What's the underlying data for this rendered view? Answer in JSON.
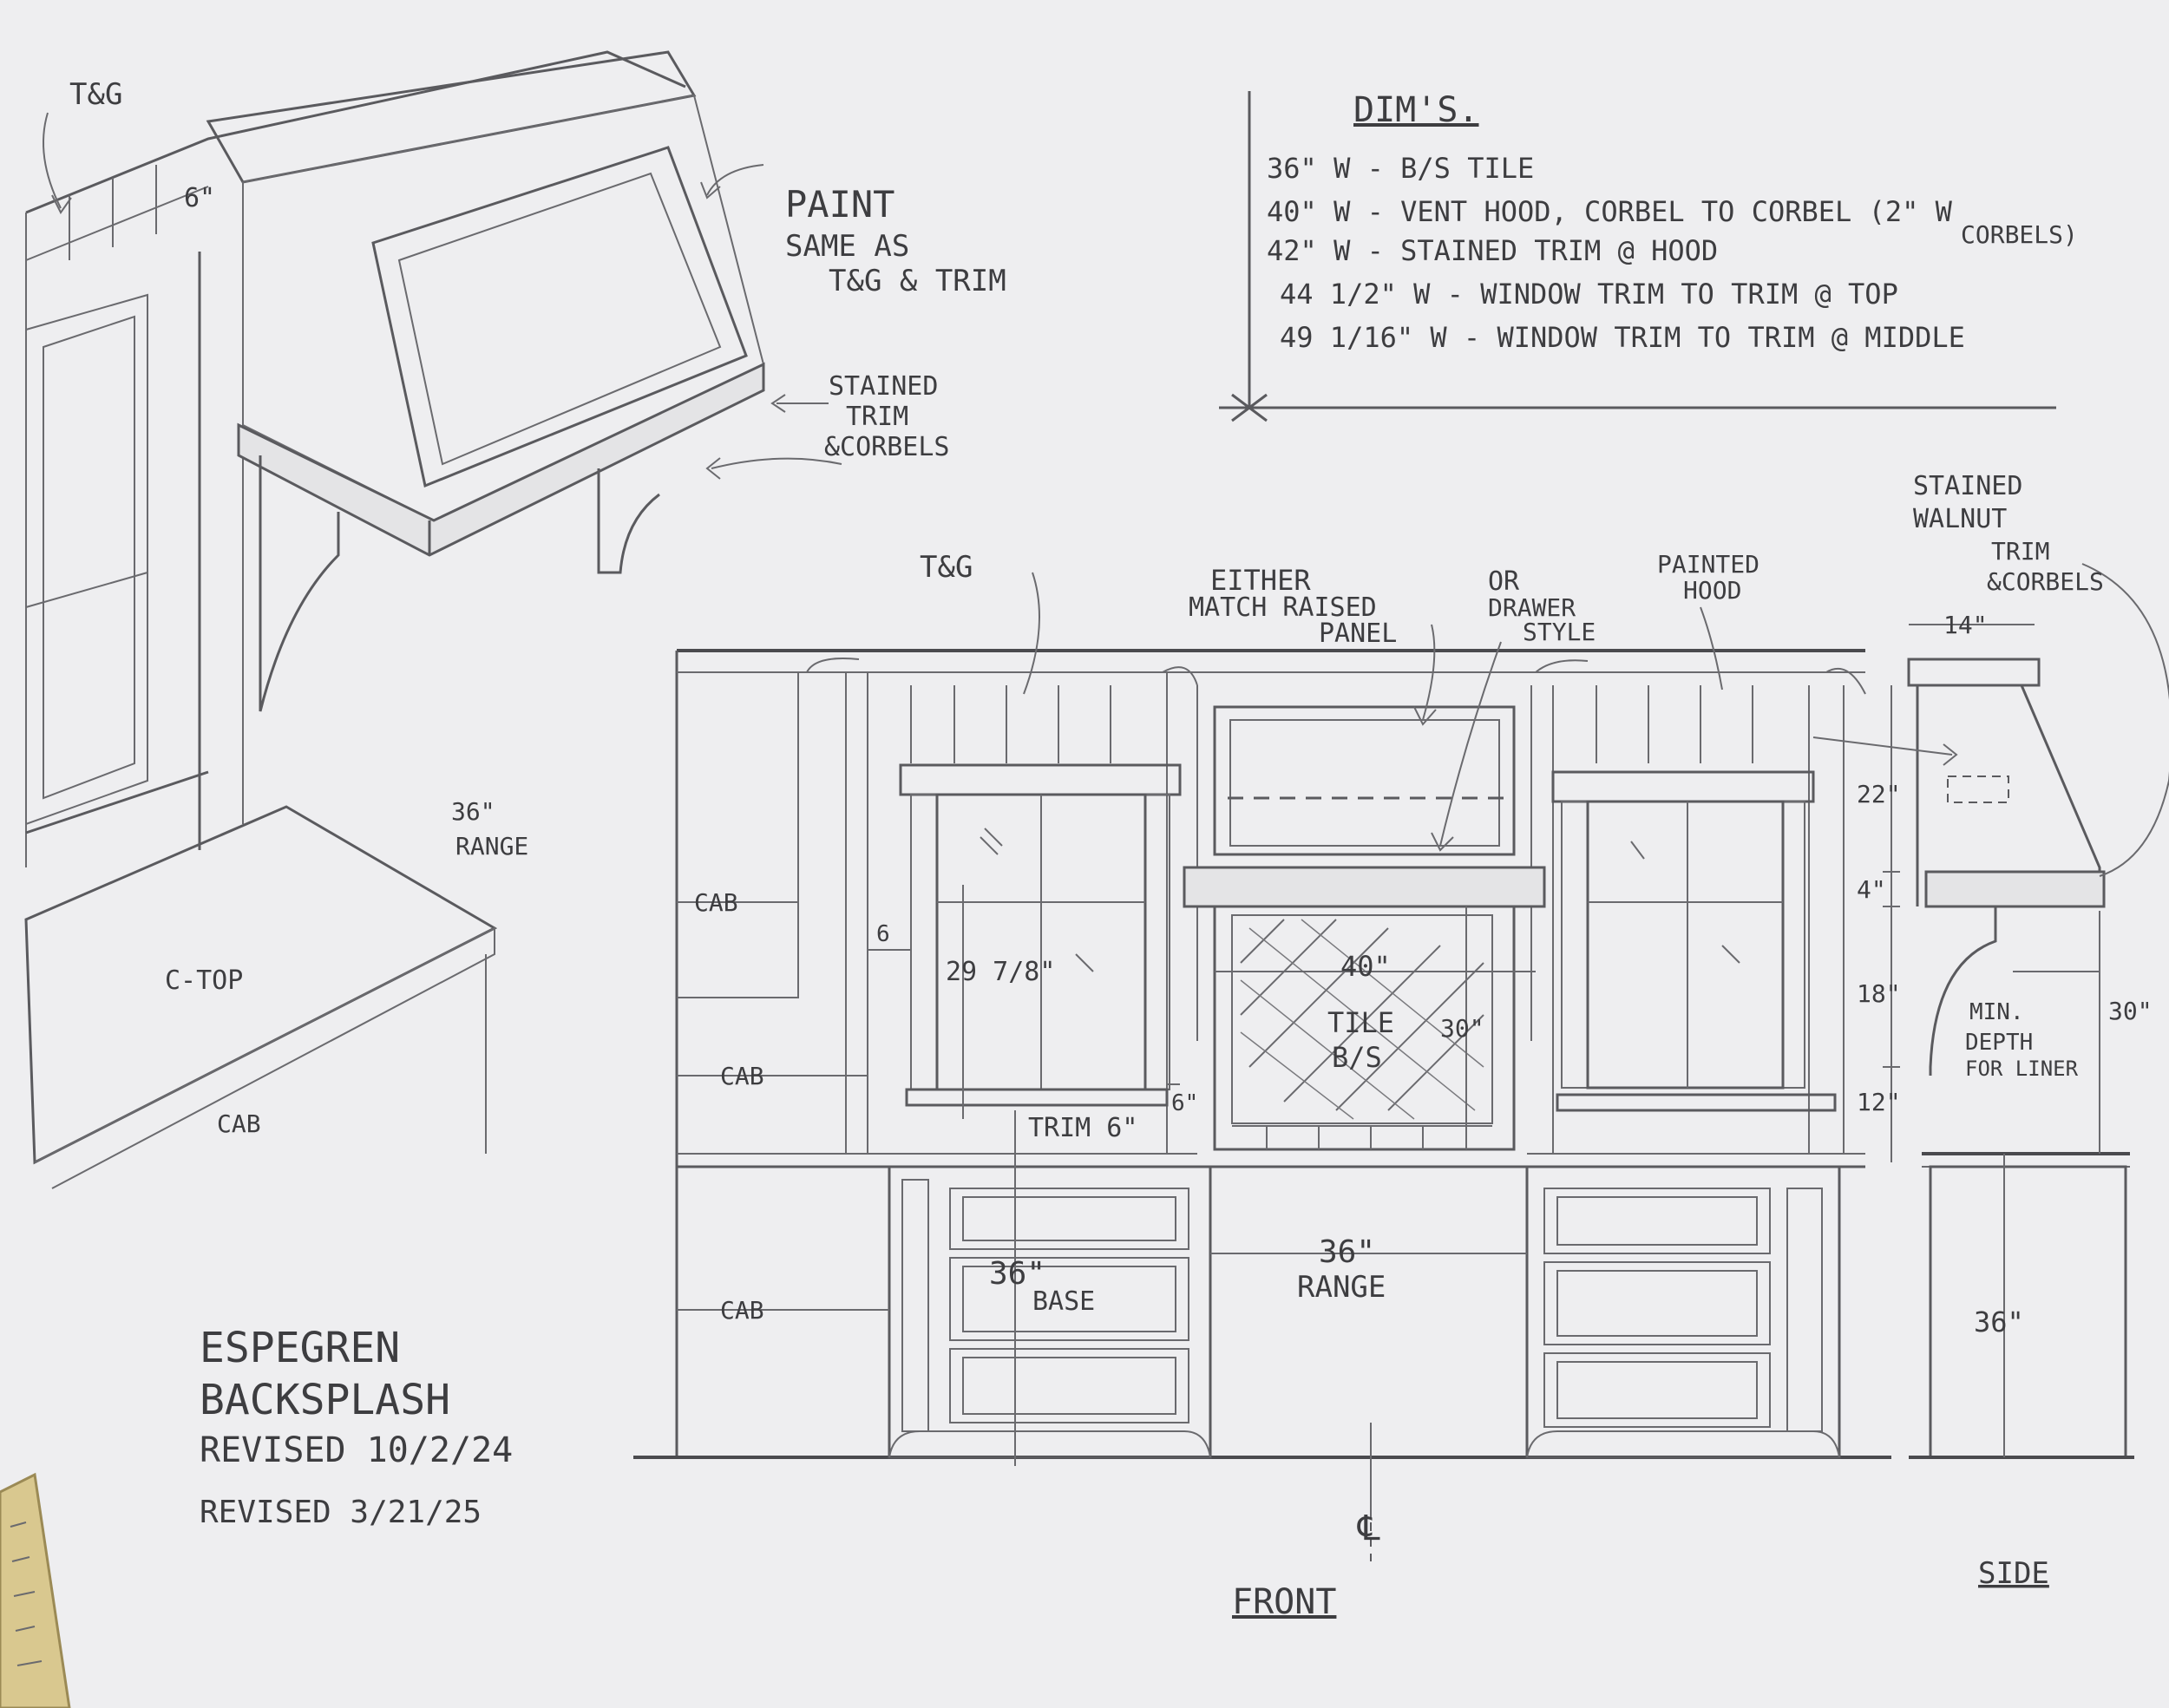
{
  "notes": {
    "dims_title": "DIM'S.",
    "dims": [
      "36\" W - B/S TILE",
      "40\" W - VENT HOOD, CORBEL TO CORBEL (2\" W",
      "CORBELS)",
      "42\" W - STAINED TRIM @ HOOD",
      "44 1/2\" W - WINDOW TRIM TO TRIM @ TOP",
      "49 1/16\" W - WINDOW TRIM TO TRIM @ MIDDLE"
    ]
  },
  "perspective": {
    "tg": "T&G",
    "six": "6\"",
    "paint": [
      "PAINT",
      "SAME AS",
      "T&G & TRIM"
    ],
    "stained": [
      "STAINED",
      "TRIM",
      "&CORBELS"
    ],
    "range": [
      "36\"",
      "RANGE"
    ],
    "ctop": "C-TOP",
    "cab": "CAB"
  },
  "front": {
    "tg": "T&G",
    "either": [
      "EITHER",
      "MATCH RAISED",
      "PANEL"
    ],
    "or": [
      "OR",
      "DRAWER",
      "STYLE"
    ],
    "painted": [
      "PAINTED",
      "HOOD"
    ],
    "cab1": "CAB",
    "cab2": "CAB",
    "cab3": "CAB",
    "six_a": "6",
    "win_h": "29 7/8\"",
    "w40": "40\"",
    "tile": [
      "TILE",
      "B/S"
    ],
    "h30": "30\"",
    "trim": "TRIM 6\"",
    "six_b": "6\"",
    "base": [
      "36\"",
      "BASE"
    ],
    "range": [
      "36\"",
      "RANGE"
    ],
    "cl": "℄",
    "label": "FRONT"
  },
  "side": {
    "stained": [
      "STAINED",
      "WALNUT",
      "TRIM",
      "&CORBELS"
    ],
    "w14": "14\"",
    "h22": "22\"",
    "h4": "4\"",
    "h18": "18\"",
    "h12": "12\"",
    "min": [
      "MIN.",
      "DEPTH",
      "FOR LINER"
    ],
    "h30": "30\"",
    "h36": "36\"",
    "label": "SIDE"
  },
  "title_block": {
    "lines": [
      "ESPEGREN",
      "BACKSPLASH",
      "REVISED 10/2/24",
      "REVISED 3/21/25"
    ]
  }
}
